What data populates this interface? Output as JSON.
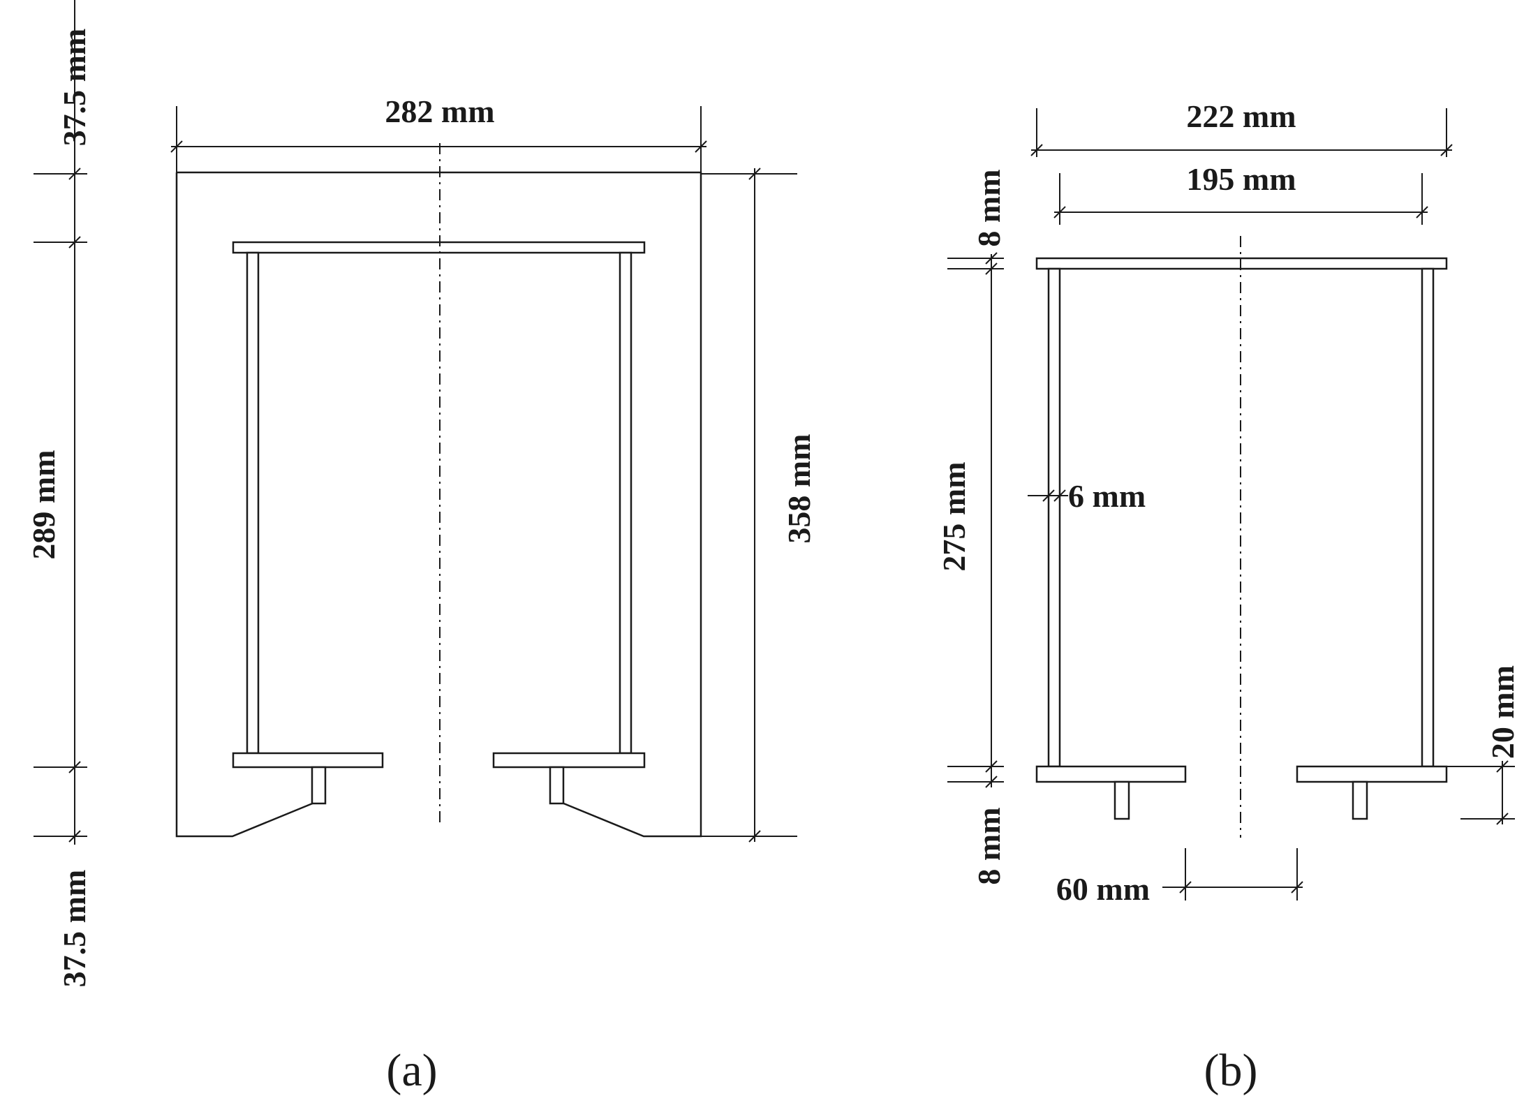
{
  "figure_a": {
    "caption": "(a)",
    "dim_width": "282 mm",
    "dim_total_height": "358 mm",
    "dim_top_cover": "37.5 mm",
    "dim_steel_height": "289 mm",
    "dim_bottom_cover": "37.5 mm"
  },
  "figure_b": {
    "caption": "(b)",
    "dim_flange_width": "222 mm",
    "dim_web_spacing": "195 mm",
    "dim_top_flange": "8 mm",
    "dim_web_height": "275 mm",
    "dim_web_thickness": "6 mm",
    "dim_bottom_flange": "8 mm",
    "dim_stud_height": "20 mm",
    "dim_opening": "60 mm"
  }
}
